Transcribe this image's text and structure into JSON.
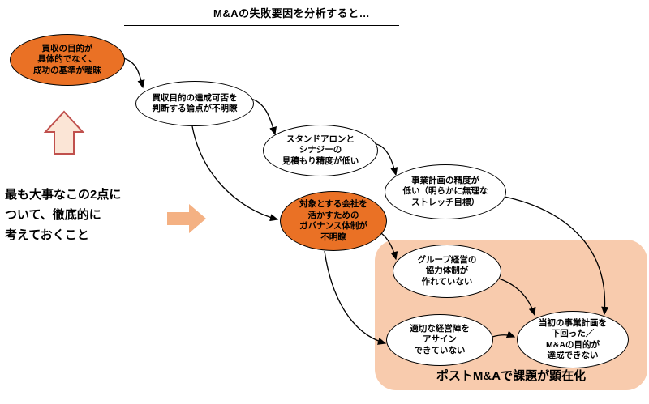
{
  "title": "M&Aの失敗要因を分析すると…",
  "left_note": [
    "最も大事なこの2点に",
    "ついて、徹底的に",
    "考えておくこと"
  ],
  "post_ma": {
    "label": "ポストM&Aで課題が顕在化"
  },
  "nodes": {
    "purpose": {
      "lines": [
        "買収の目的が",
        "具体的でなく、",
        "成功の基準が曖昧"
      ]
    },
    "criteria": {
      "lines": [
        "買収目的の達成可否を",
        "判断する論点が不明瞭"
      ]
    },
    "standalone": {
      "lines": [
        "スタンドアロンと",
        "シナジーの",
        "見積もり精度が低い"
      ]
    },
    "bizplan": {
      "lines": [
        "事業計画の精度が",
        "低い（明らかに無理な",
        "ストレッチ目標）"
      ]
    },
    "governance": {
      "lines": [
        "対象とする会社を",
        "活かすための",
        "ガバナンス体制が",
        "不明瞭"
      ]
    },
    "group": {
      "lines": [
        "グループ経営の",
        "協力体制が",
        "作れていない"
      ]
    },
    "management": {
      "lines": [
        "適切な経営陣を",
        "アサイン",
        "できていない"
      ]
    },
    "result": {
      "lines": [
        "当初の事業計画を",
        "下回った／",
        "M&Aの目的が",
        "達成できない"
      ]
    }
  },
  "colors": {
    "orange_node": "#ea7125",
    "post_bg": "#f8cbad",
    "up_arrow_fill": "#fbe5d6",
    "up_arrow_stroke": "#c0504d",
    "right_arrow_fill": "#f4b183",
    "connector": "#000000"
  }
}
